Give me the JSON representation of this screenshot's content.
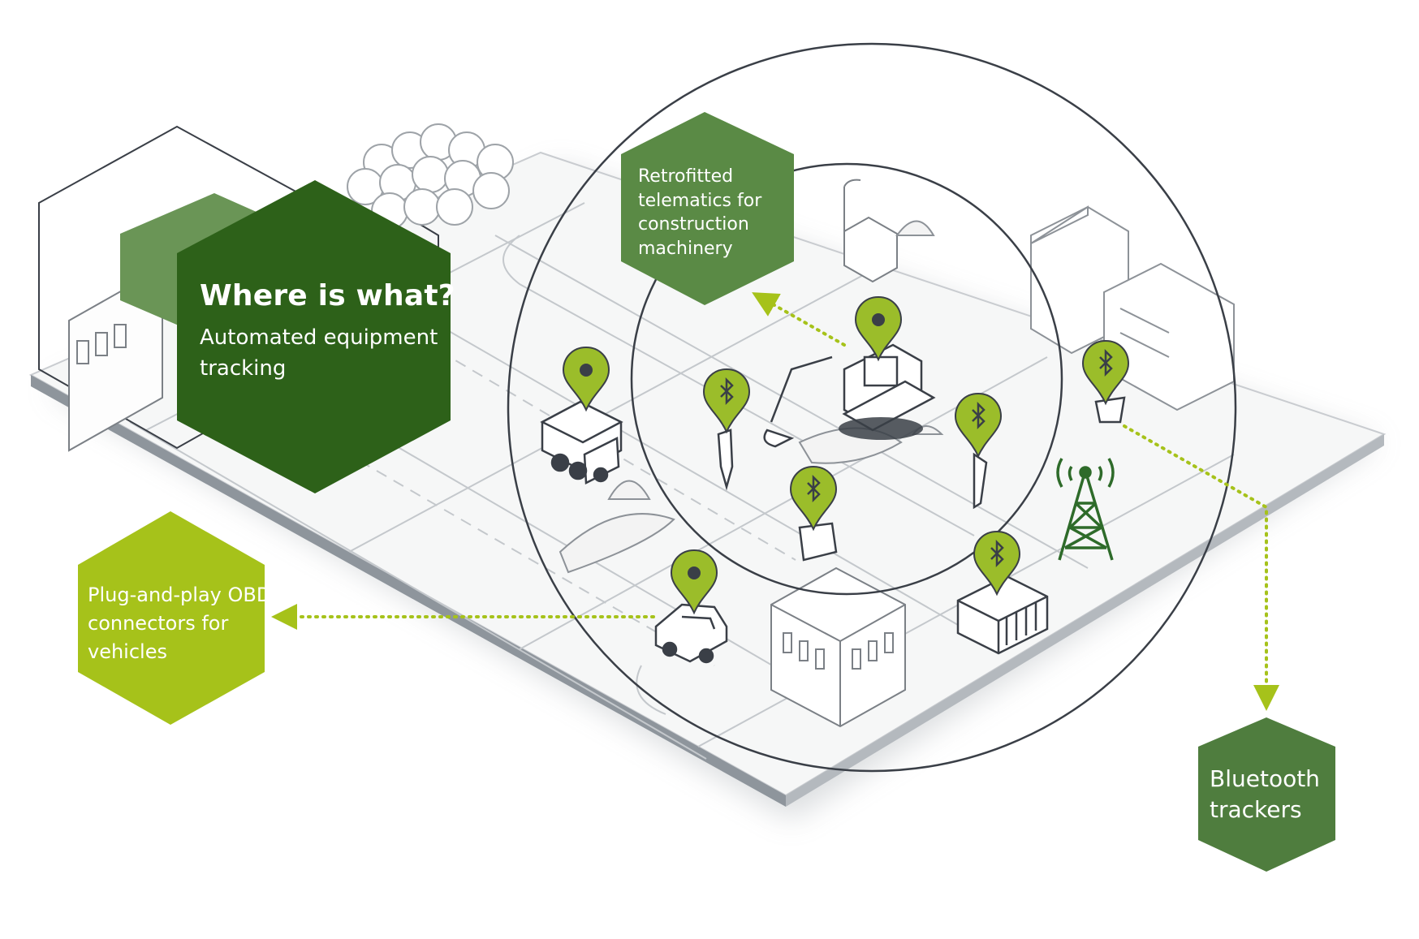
{
  "headline": {
    "title": "Where is what?",
    "subtitle": "Automated equipment tracking"
  },
  "callouts": {
    "retrofitted": "Retrofitted telematics for construction machinery",
    "obd": "Plug-and-play OBD connectors for vehicles",
    "bluetooth": "Bluetooth trackers"
  },
  "markers": {
    "gps_count_label": "gps-pin",
    "bluetooth_label": "bluetooth-pin"
  },
  "colors": {
    "dark_green": "#2d6119",
    "mid_green": "#5a8a45",
    "light_green": "#a6c21a",
    "pin_green": "#9bbd2a",
    "line_gray": "#3a3f47",
    "sketch_gray": "#b8bcc0",
    "tower_green": "#2e6b2a"
  }
}
